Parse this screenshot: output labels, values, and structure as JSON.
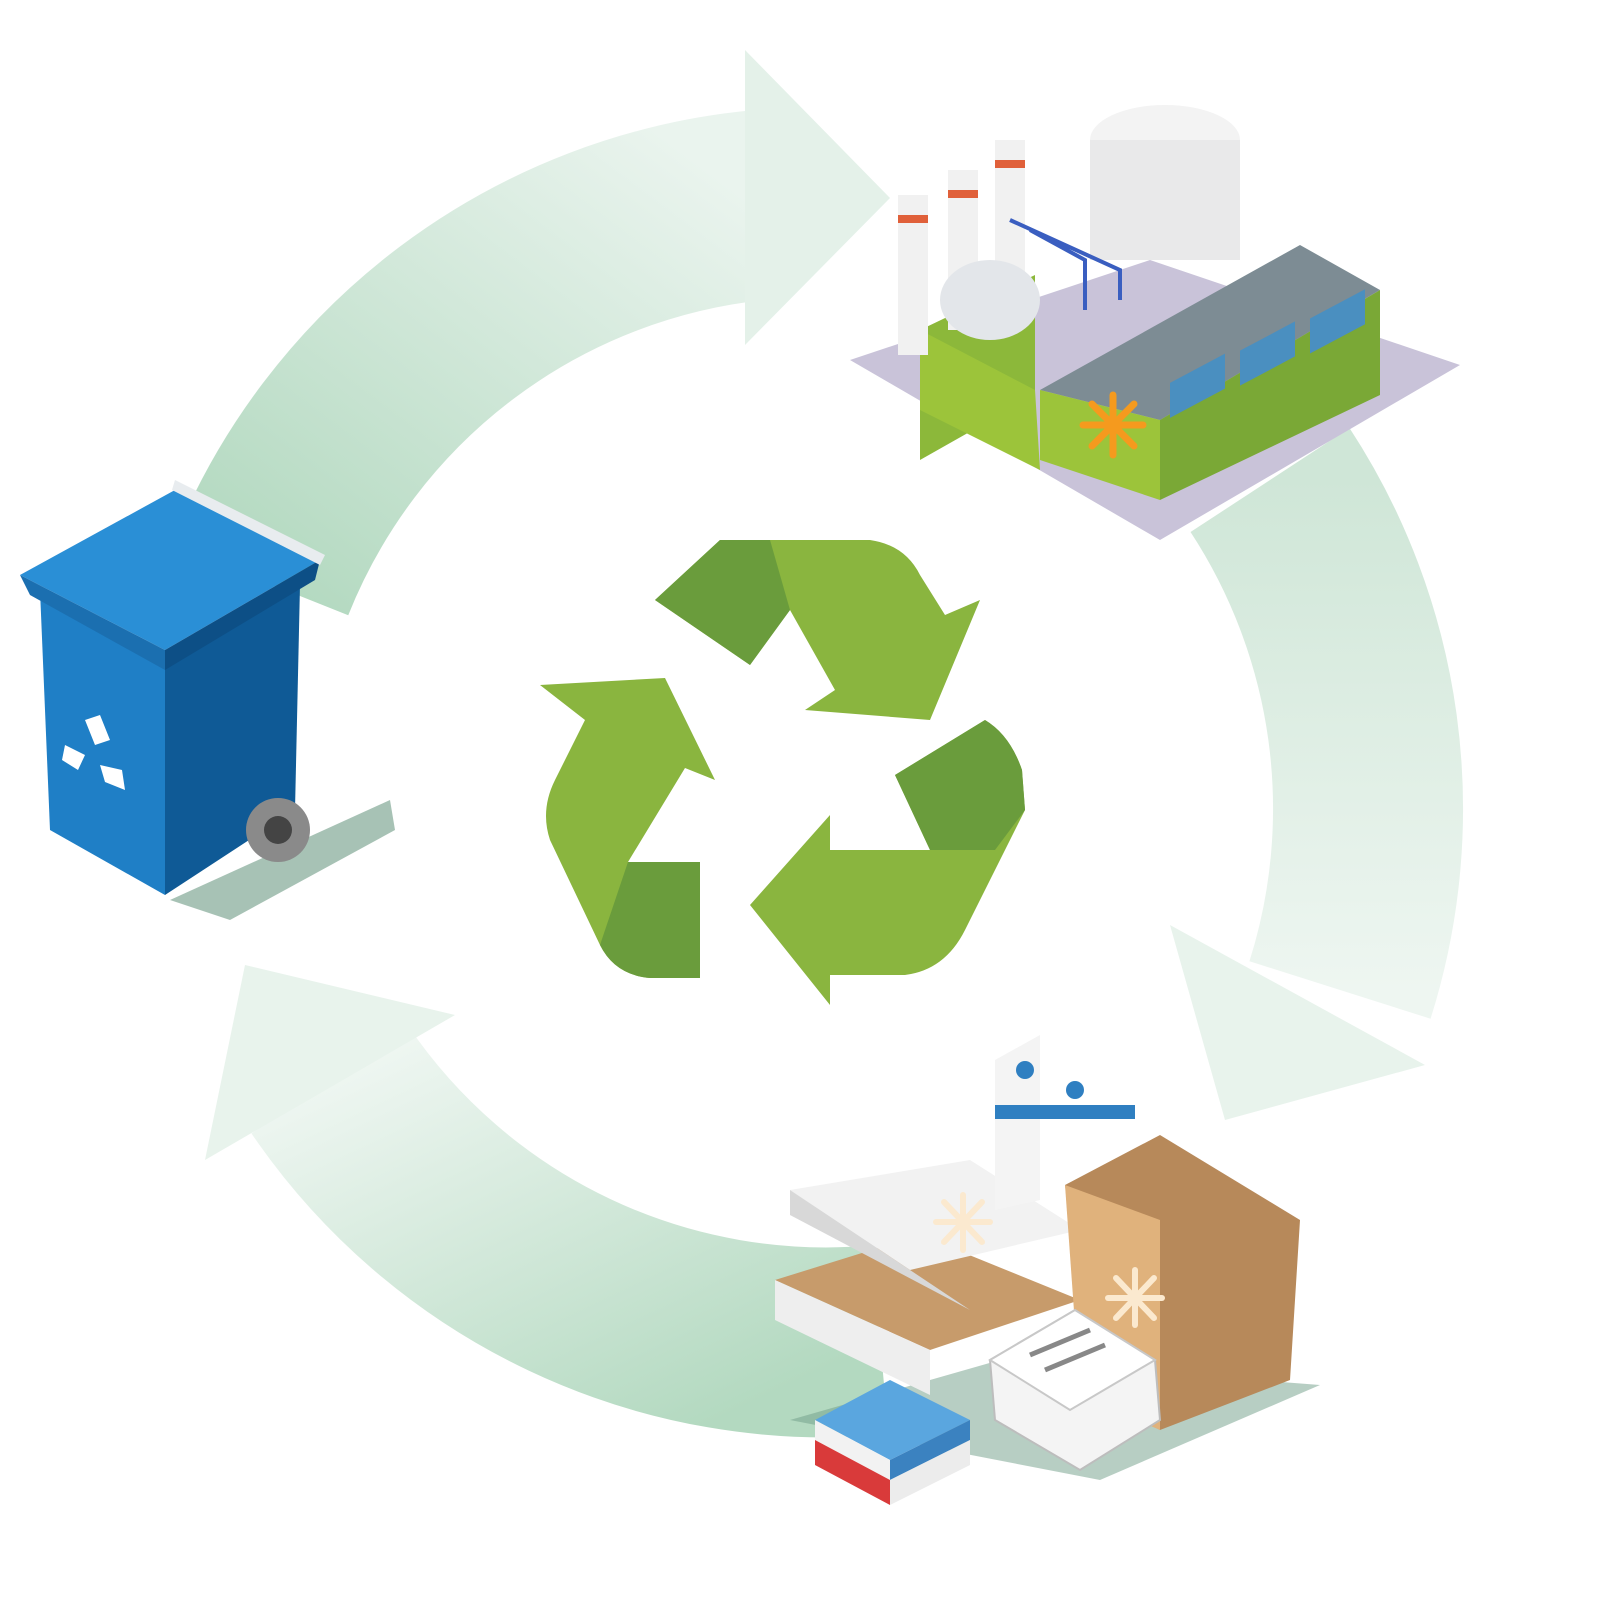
{
  "diagram": {
    "type": "recycling-cycle",
    "stages": [
      {
        "id": "collection",
        "icon": "recycling-bin-icon"
      },
      {
        "id": "processing",
        "icon": "factory-icon"
      },
      {
        "id": "products",
        "icon": "paper-products-icon"
      }
    ],
    "center_icon": "recycle-symbol-icon"
  },
  "colors": {
    "arrow_light": "#e8f3ec",
    "arrow_mid": "#b9dcc6",
    "recycle_light": "#8ab53f",
    "recycle_dark": "#6a9c3c",
    "bin_blue": "#1f7fc6",
    "bin_dark": "#0f5a96",
    "factory_green": "#9cc43a",
    "factory_roof": "#7d8c94",
    "cardboard": "#d3a673"
  }
}
